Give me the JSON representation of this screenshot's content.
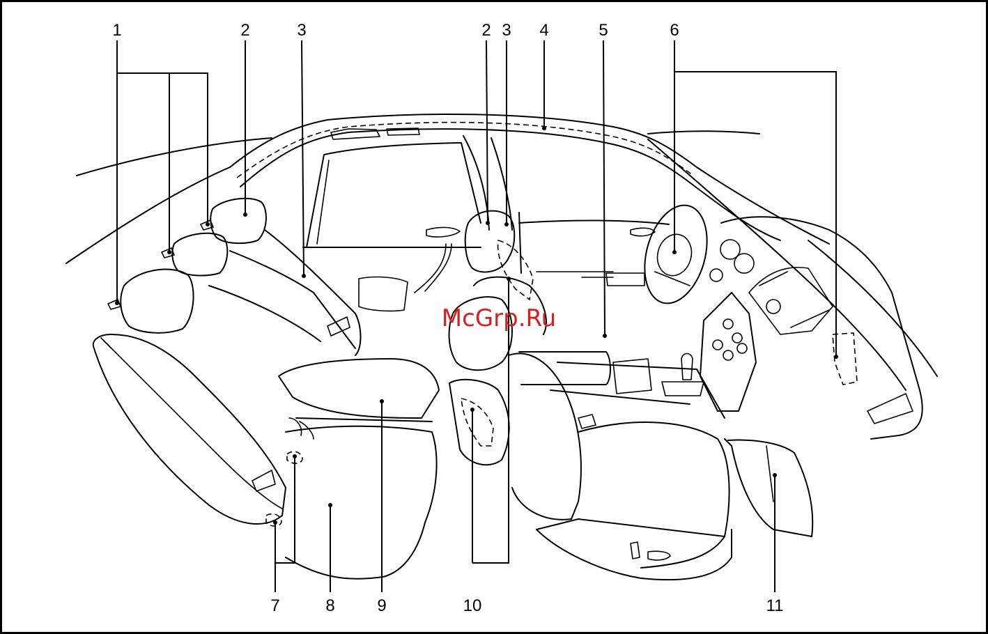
{
  "diagram": {
    "callouts": {
      "c1": "1",
      "c2_left": "2",
      "c3_left": "3",
      "c2_right": "2",
      "c3_right": "3",
      "c4": "4",
      "c5": "5",
      "c6": "6",
      "c7": "7",
      "c8": "8",
      "c9": "9",
      "c10": "10",
      "c11": "11"
    },
    "watermark": "McGrp.Ru"
  }
}
